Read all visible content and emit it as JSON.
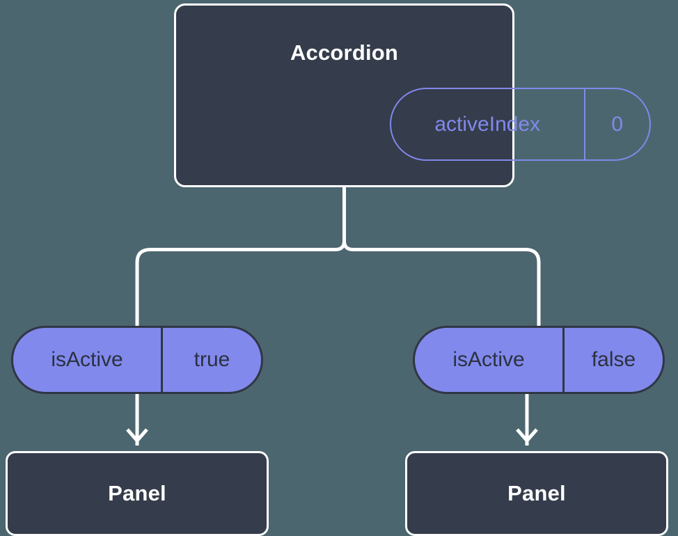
{
  "diagram": {
    "type": "component-state-tree",
    "background_color": "#4c666f",
    "node_fill_color": "#353c4b",
    "node_border_color": "#ffffff",
    "accent_color": "#8189ec",
    "pill_text_color": "#2b3140",
    "connector_color": "#ffffff"
  },
  "root": {
    "title": "Accordion",
    "state": {
      "key": "activeIndex",
      "value": "0"
    }
  },
  "branches": [
    {
      "prop": {
        "key": "isActive",
        "value": "true"
      },
      "child": {
        "title": "Panel"
      }
    },
    {
      "prop": {
        "key": "isActive",
        "value": "false"
      },
      "child": {
        "title": "Panel"
      }
    }
  ]
}
